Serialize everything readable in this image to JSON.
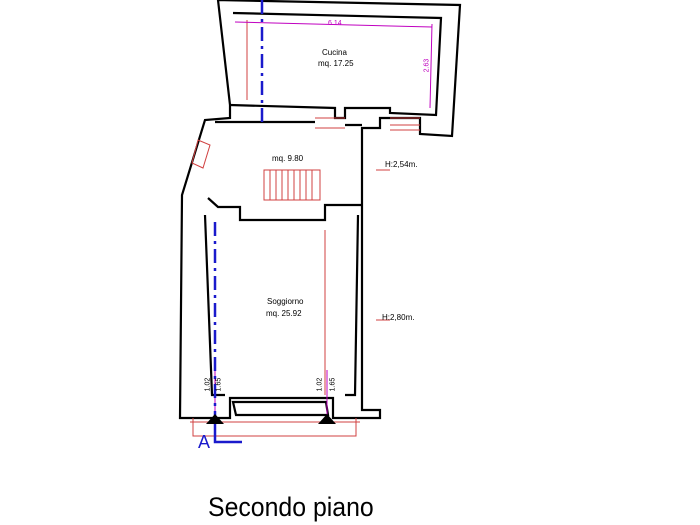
{
  "rooms": {
    "kitchen": {
      "name": "Cucina",
      "area": "mq. 17.25"
    },
    "hall": {
      "area": "mq. 9.80"
    },
    "living": {
      "name": "Soggiorno",
      "area": "mq. 25.92"
    }
  },
  "heights": {
    "upper": "H:2,54m.",
    "lower": "H:2,80m."
  },
  "dimensions": {
    "kitchen_width": "6.14",
    "kitchen_depth": "2.63",
    "left_window": [
      "1.02",
      "1.65"
    ],
    "right_window": [
      "1.02",
      "1.65"
    ]
  },
  "section_marker": "A",
  "title": "Secondo piano",
  "colors": {
    "wall": "#000000",
    "axis": "#1a1acc",
    "dims": "#c000c0",
    "openings": "#d04040"
  }
}
